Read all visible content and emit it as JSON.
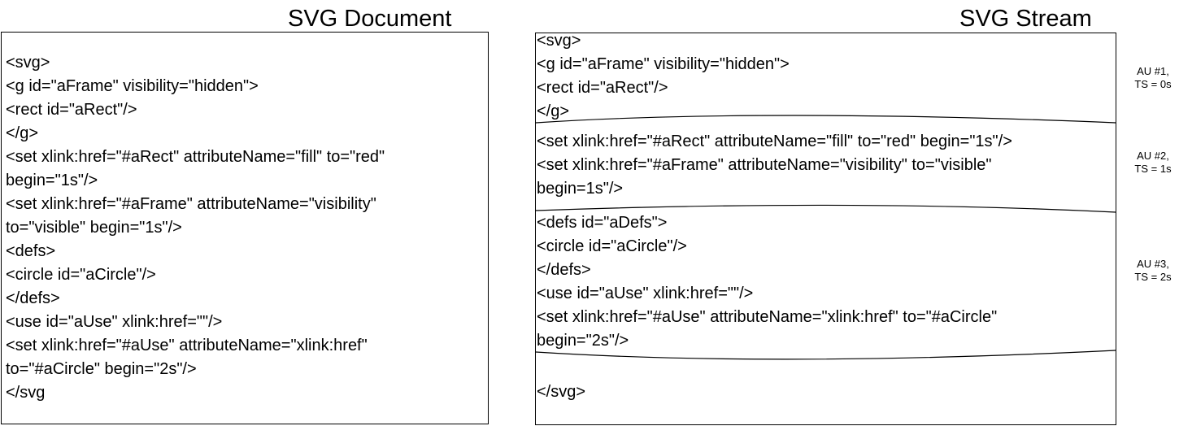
{
  "document": {
    "title": "SVG Document",
    "lines": [
      "<svg>",
      "<g id=\"aFrame\" visibility=\"hidden\">",
      "<rect id=\"aRect\"/>",
      "</g>",
      "<set xlink:href=\"#aRect\" attributeName=\"fill\" to=\"red\"",
      "begin=\"1s\"/>",
      "<set xlink:href=\"#aFrame\" attributeName=\"visibility\"",
      "to=\"visible\" begin=\"1s\"/>",
      "<defs>",
      "<circle id=\"aCircle\"/>",
      "</defs>",
      "<use id=\"aUse\" xlink:href=\"\"/>",
      "<set xlink:href=\"#aUse\" attributeName=\"xlink:href\"",
      "to=\"#aCircle\" begin=\"2s\"/>",
      "</svg"
    ]
  },
  "stream": {
    "title": "SVG Stream",
    "units": [
      {
        "label_line1": "AU #1,",
        "label_line2": "TS = 0s",
        "lines": [
          "<svg>",
          "<g id=\"aFrame\" visibility=\"hidden\">",
          "<rect id=\"aRect\"/>",
          "</g>"
        ]
      },
      {
        "label_line1": "AU #2,",
        "label_line2": "TS = 1s",
        "lines": [
          "<set xlink:href=\"#aRect\" attributeName=\"fill\" to=\"red\" begin=\"1s\"/>",
          "<set xlink:href=\"#aFrame\" attributeName=\"visibility\" to=\"visible\"",
          "begin=1s\"/>"
        ]
      },
      {
        "label_line1": "AU #3,",
        "label_line2": "TS = 2s",
        "lines": [
          "<defs id=\"aDefs\">",
          "<circle id=\"aCircle\"/>",
          "</defs>",
          "<use id=\"aUse\" xlink:href=\"\"/>",
          "<set xlink:href=\"#aUse\" attributeName=\"xlink:href\" to=\"#aCircle\"",
          "begin=\"2s\"/>"
        ]
      }
    ],
    "closing_line": "</svg>"
  }
}
